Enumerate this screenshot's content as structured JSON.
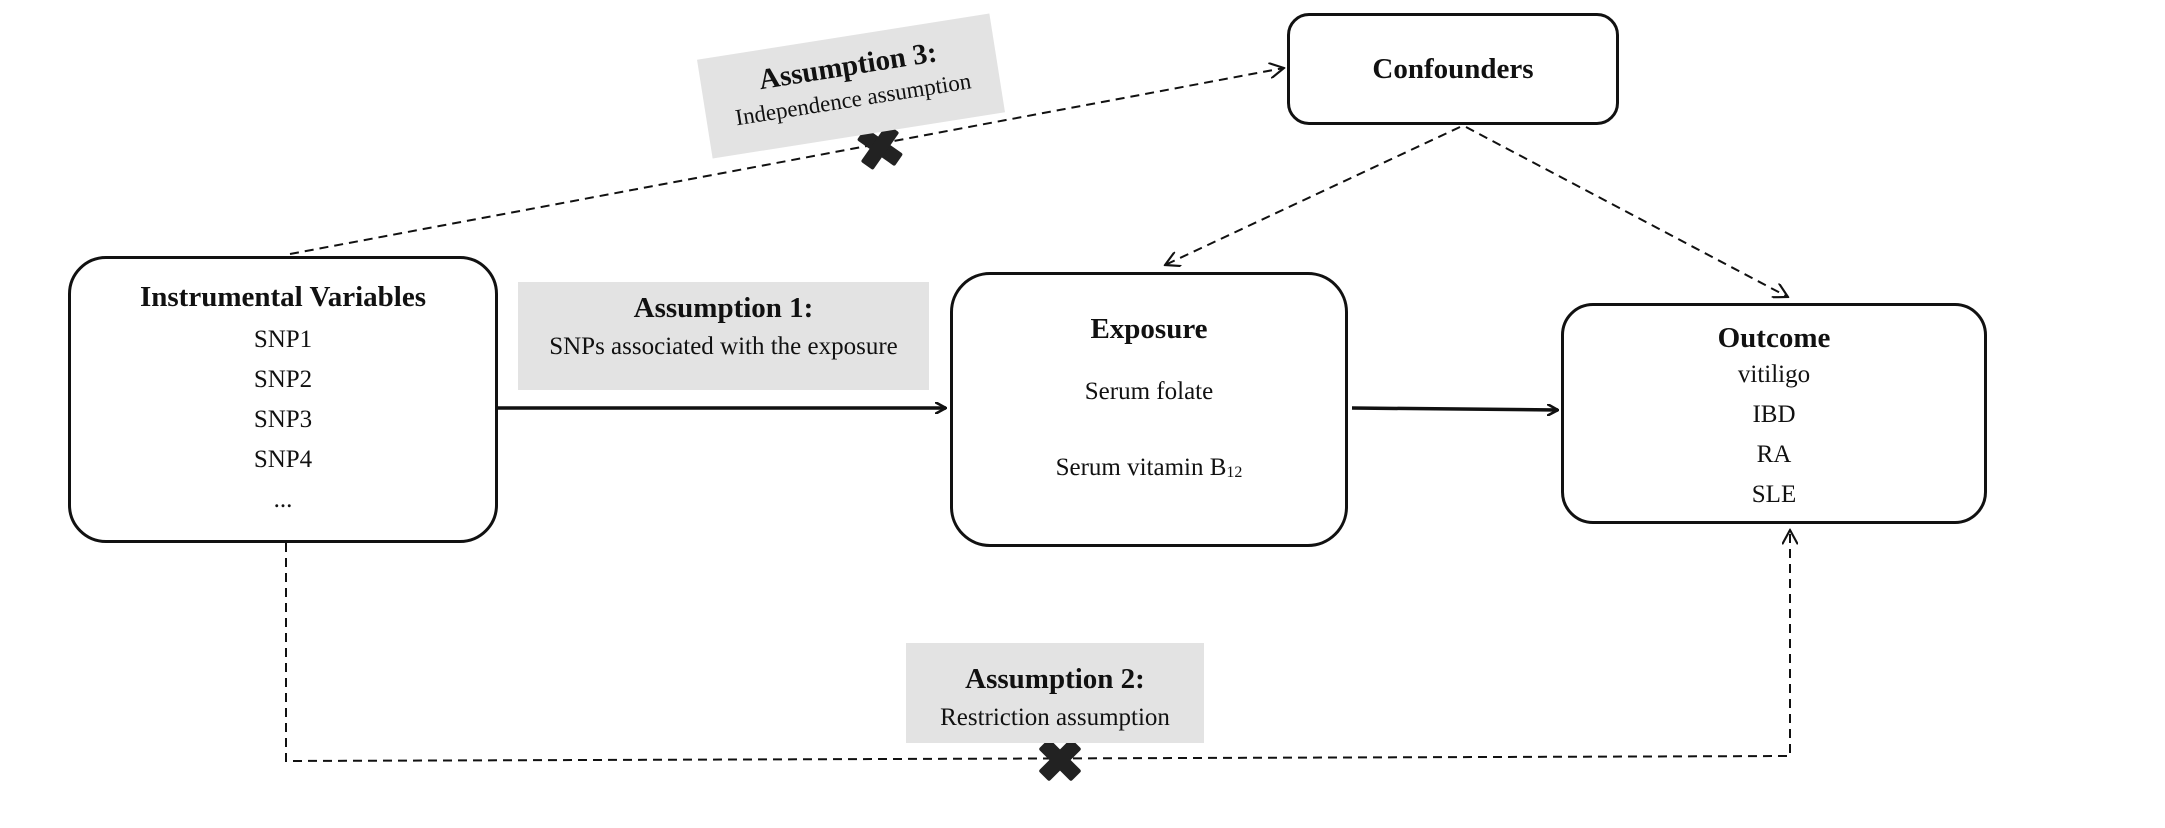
{
  "nodes": {
    "instrumental_variables": {
      "title": "Instrumental Variables",
      "items": [
        "SNP1",
        "SNP2",
        "SNP3",
        "SNP4",
        "..."
      ]
    },
    "exposure": {
      "title": "Exposure",
      "item_1": "Serum folate",
      "item_2_text": "Serum vitamin B",
      "item_2_subscript": "12"
    },
    "outcome": {
      "title": "Outcome",
      "items": [
        "vitiligo",
        "IBD",
        "RA",
        "SLE"
      ]
    },
    "confounders": {
      "title": "Confounders"
    }
  },
  "assumptions": {
    "a1": {
      "title": "Assumption 1:",
      "text": "SNPs associated with the exposure"
    },
    "a2": {
      "title": "Assumption 2:",
      "text": "Restriction assumption"
    },
    "a3": {
      "title": "Assumption 3:",
      "text": "Independence assumption"
    }
  },
  "colors": {
    "stroke": "#111111",
    "label_fill": "#e3e3e3",
    "background": "#ffffff"
  }
}
